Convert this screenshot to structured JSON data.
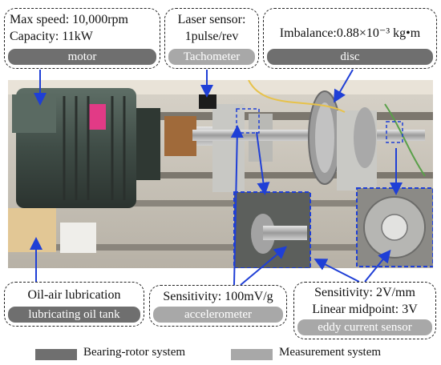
{
  "callouts": {
    "motor": {
      "lines": [
        "Max speed: 10,000rpm",
        "Capacity: 11kW"
      ],
      "tag": "motor"
    },
    "tachometer": {
      "lines": [
        "Laser sensor:",
        "1pulse/rev"
      ],
      "tag": "Tachometer"
    },
    "disc": {
      "lines": [
        "Imbalance:0.88×10⁻³ kg•m"
      ],
      "tag": "disc"
    },
    "lubrication": {
      "lines": [
        "Oil-air lubrication"
      ],
      "tag": "lubricating oil tank"
    },
    "accelerometer": {
      "lines": [
        "Sensitivity: 100mV/g"
      ],
      "tag": "accelerometer"
    },
    "eddy": {
      "lines": [
        "Sensitivity: 2V/mm",
        "Linear midpoint: 3V"
      ],
      "tag": "eddy current sensor"
    }
  },
  "legend": [
    {
      "label": "Bearing-rotor system",
      "color": "#6f6f6f"
    },
    {
      "label": "Measurement system",
      "color": "#a8a8a8"
    }
  ],
  "colors": {
    "arrow": "#1f3fd6",
    "dark_tag": "#6f6f6f",
    "light_tag": "#a8a8a8"
  }
}
